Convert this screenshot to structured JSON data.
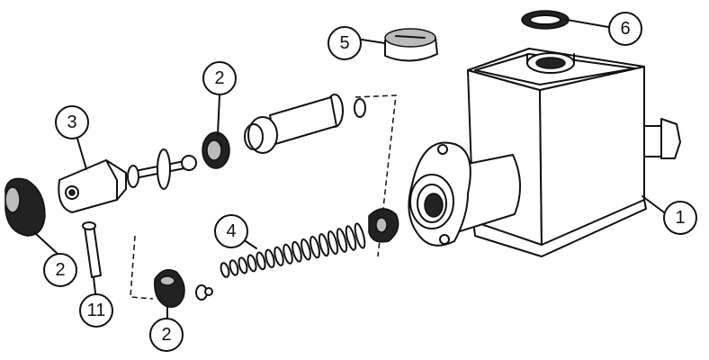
{
  "diagram": {
    "callouts": {
      "reservoir": "1",
      "pushrod_boot": "2",
      "piston_seal_top": "2",
      "piston_seal_bottom": "2",
      "clevis": "3",
      "spring": "4",
      "filler_cap": "5",
      "cap_seal": "6",
      "clevis_pin": "11"
    }
  }
}
